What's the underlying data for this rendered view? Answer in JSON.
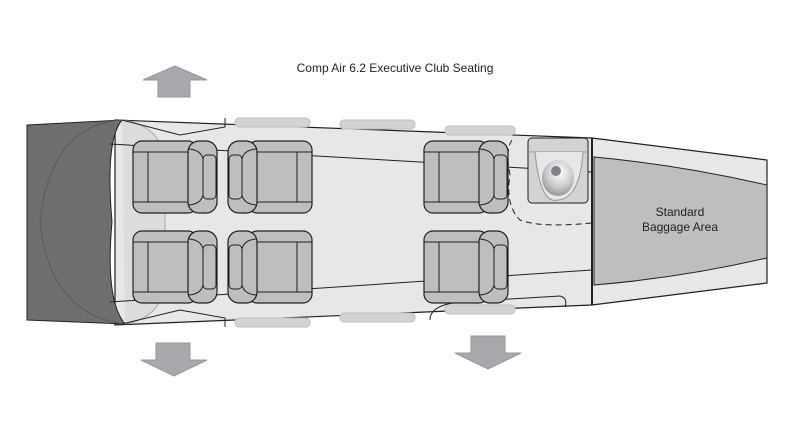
{
  "title": "Comp Air 6.2 Executive Club Seating",
  "baggage_label_line1": "Standard",
  "baggage_label_line2": "Baggage Area",
  "colors": {
    "nose": "#6d6e70",
    "cabin": "#e6e7e8",
    "seat": "#bcbec0",
    "baggage": "#bcbec0",
    "arrow": "#a7a9ac",
    "outline": "#231f20"
  },
  "icons": [
    "arrow-up-icon",
    "arrow-down-icon",
    "seat-icon",
    "toilet-icon"
  ]
}
